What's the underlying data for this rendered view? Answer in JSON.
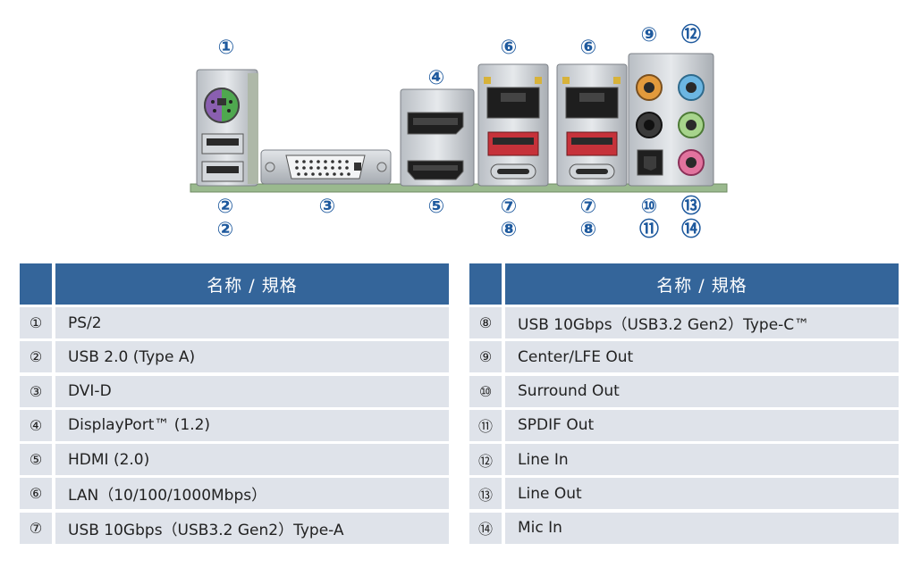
{
  "callouts": {
    "c1": "①",
    "c2a": "②",
    "c2b": "②",
    "c3": "③",
    "c4": "④",
    "c5": "⑤",
    "c6a": "⑥",
    "c6b": "⑥",
    "c7a": "⑦",
    "c7b": "⑦",
    "c8a": "⑧",
    "c8b": "⑧",
    "c9": "⑨",
    "c10": "⑩",
    "c11": "⑪",
    "c12": "⑫",
    "c13": "⑬",
    "c14": "⑭"
  },
  "table_left": {
    "header": "名称 / 規格",
    "rows": [
      {
        "num": "①",
        "label": "PS/2"
      },
      {
        "num": "②",
        "label": "USB 2.0 (Type A)"
      },
      {
        "num": "③",
        "label": "DVI-D"
      },
      {
        "num": "④",
        "label": "DisplayPort™ (1.2)"
      },
      {
        "num": "⑤",
        "label": "HDMI (2.0)"
      },
      {
        "num": "⑥",
        "label": "LAN（10/100/1000Mbps）"
      },
      {
        "num": "⑦",
        "label": "USB 10Gbps（USB3.2 Gen2）Type-A"
      }
    ]
  },
  "table_right": {
    "header": "名称 / 規格",
    "rows": [
      {
        "num": "⑧",
        "label": "USB 10Gbps（USB3.2 Gen2）Type-C™"
      },
      {
        "num": "⑨",
        "label": "Center/LFE Out"
      },
      {
        "num": "⑩",
        "label": "Surround Out"
      },
      {
        "num": "⑪",
        "label": "SPDIF Out"
      },
      {
        "num": "⑫",
        "label": "Line In"
      },
      {
        "num": "⑬",
        "label": "Line Out"
      },
      {
        "num": "⑭",
        "label": "Mic In"
      }
    ]
  },
  "colors": {
    "header_bg": "#34659a",
    "row_bg": "#dfe3ea",
    "callout": "#1f5a9e",
    "pcb": "#9ab98e"
  }
}
